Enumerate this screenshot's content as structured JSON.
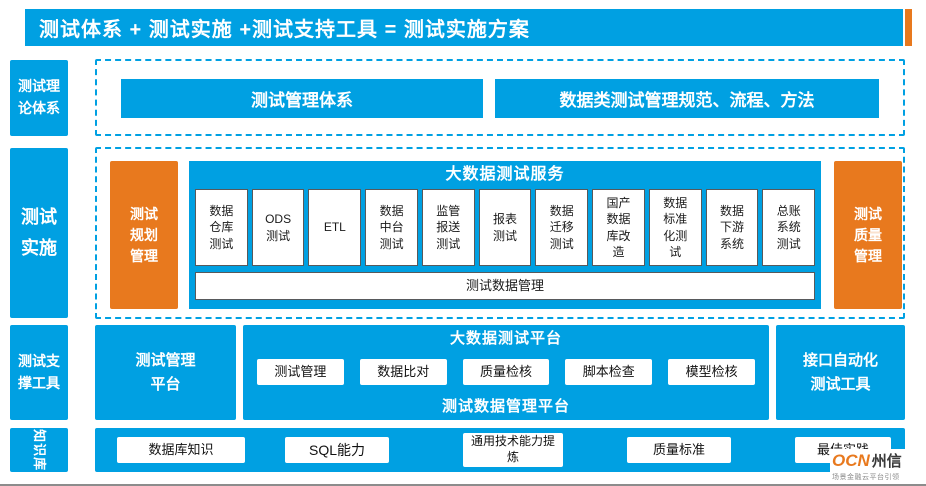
{
  "colors": {
    "blue": "#00a0e2",
    "orange": "#e8791e"
  },
  "title": {
    "text": "测试体系 + 测试实施 +测试支持工具 = 测试实施方案"
  },
  "side_labels": {
    "theory": "测试理论体系",
    "implementation": "测试实施",
    "support": "测试支撑工具",
    "knowledge": "知识库"
  },
  "theory_row": {
    "management_system": "测试管理体系",
    "data_standards": "数据类测试管理规范、流程、方法"
  },
  "implementation_row": {
    "planning": "测试规划管理",
    "quality": "测试质量管理",
    "service_header": "大数据测试服务",
    "service_items": [
      "数据仓库测试",
      "ODS测试",
      "ETL",
      "数据中台测试",
      "监管报送测试",
      "报表测试",
      "数据迁移测试",
      "国产数据库改造",
      "数据标准化测试",
      "数据下游系统",
      "总账系统测试"
    ],
    "data_management": "测试数据管理"
  },
  "support_row": {
    "management_platform": "测试管理平台",
    "platform_header": "大数据测试平台",
    "platform_items": [
      "测试管理",
      "数据比对",
      "质量检核",
      "脚本检查",
      "模型检核"
    ],
    "platform_footer": "测试数据管理平台",
    "api_tool": "接口自动化测试工具"
  },
  "knowledge_row": {
    "items": [
      "数据库知识",
      "SQL能力",
      "通用技术能力提炼",
      "质量标准",
      "最佳实践"
    ]
  },
  "logo": {
    "mark": "OCN",
    "name": "州信",
    "tagline": "场景金融云平台引领"
  }
}
